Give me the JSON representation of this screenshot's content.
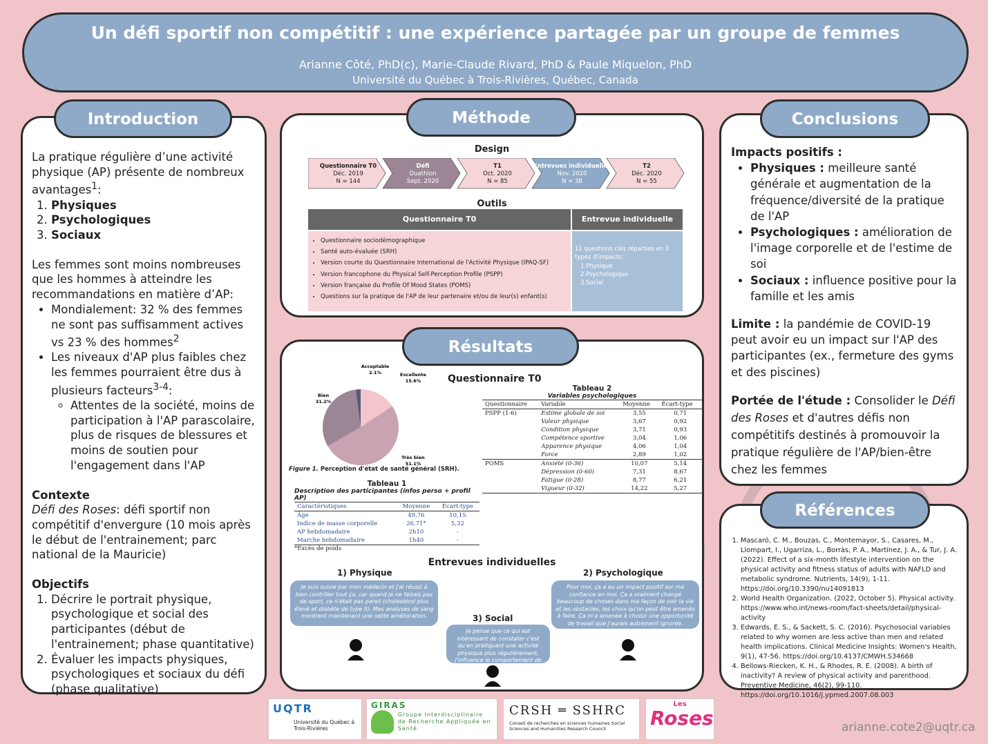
{
  "header": {
    "title": "Un défi sportif non compétitif : une expérience partagée par un groupe de femmes",
    "authors": "Arianne Côté, PhD(c), Marie-Claude Rivard, PhD & Paule Miquelon, PhD",
    "university": "Université du Québec à Trois-Rivières, Québec, Canada"
  },
  "intro": {
    "heading": "Introduction",
    "p1": "La pratique régulière d’une activité physique (AP) présente de nombreux avantages",
    "p1_sup": "1",
    "p1_end": ":",
    "list1": [
      "Physiques",
      "Psychologiques",
      "Sociaux"
    ],
    "p2": "Les femmes sont moins nombreuses que les hommes à atteindre les recommandations en matière d’AP:",
    "b1": "Mondialement: 32 % des femmes ne sont pas suffisamment actives vs 23 % des hommes",
    "b1_sup": "2",
    "b2": "Les niveaux d'AP plus faibles chez les femmes pourraient être dus à plusieurs facteurs",
    "b2_sup": "3-4",
    "b2_end": ":",
    "sub": "Attentes de la société, moins de participation à l'AP parascolaire, plus de risques de blessures et moins de soutien pour l'engagement dans l'AP",
    "contexte_title": "Contexte",
    "contexte_em": "Défi des Roses",
    "contexte_text": ": défi sportif non compétitif d'envergure (10 mois après le début de l'entrainement; parc national de la Mauricie)",
    "objectifs_title": "Objectifs",
    "objectifs": [
      "Décrire le portrait physique, psychologique et social des participantes (début de l'entrainement; phase quantitative)",
      "Évaluer les impacts physiques, psychologiques et sociaux du défi (phase qualitative)"
    ]
  },
  "methode": {
    "heading": "Méthode",
    "design_title": "Design",
    "steps": [
      {
        "title": "Questionnaire T0",
        "l2": "Déc. 2019",
        "l3": "N = 144",
        "color": "#f6d5d8"
      },
      {
        "title": "Défi",
        "l2": "Duathlon",
        "l3": "Sept. 2020",
        "color": "#9c8696"
      },
      {
        "title": "T1",
        "l2": "Oct. 2020",
        "l3": "N = 85",
        "color": "#f6d5d8"
      },
      {
        "title": "Entrevues individuelles",
        "l2": "Nov. 2020",
        "l3": "N = 38",
        "color": "#8faac8"
      },
      {
        "title": "T2",
        "l2": "Déc. 2020",
        "l3": "N = 55",
        "color": "#f6d5d8"
      }
    ],
    "outils_title": "Outils",
    "col1_head": "Questionnaire T0",
    "col2_head": "Entrevue individuelle",
    "col1_items": [
      "Questionnaire sociodémographique",
      "Santé auto-évaluée (SRH)",
      "Version courte du Questionnaire International de l'Activité Physique (IPAQ-SF)",
      "Version francophone du Physical Self-Perception Profile (PSPP)",
      "Version française du Profile Of Mood States (POMS)",
      "Questions sur la pratique de l'AP de leur partenaire et/ou de leur(s) enfant(s)"
    ],
    "col2_intro": "11 questions clés réparties en 3 types d'impacts:",
    "col2_items": [
      "1.Physique",
      "2.Psychologique",
      "3.Social"
    ]
  },
  "resultats": {
    "heading": "Résultats",
    "q_title": "Questionnaire T0",
    "pie_caption_em": "Figure 1.",
    "pie_caption": " Perception d'état de santé général (SRH).",
    "chart_data": {
      "type": "pie",
      "categories": [
        "Excellente",
        "Très bien",
        "Bien",
        "Acceptable"
      ],
      "values": [
        15.6,
        51.1,
        31.2,
        2.1
      ],
      "labels": [
        "Excellente 15.6%",
        "Très bien 51.1%",
        "Bien 31.2%",
        "Acceptable 2.1%"
      ],
      "colors": [
        "#f3c6cc",
        "#c9a3b2",
        "#9c8696",
        "#5b5a7a"
      ]
    },
    "tab1_title": "Tableau 1",
    "tab1_sub": "Description des participantes (infos perso + profil AP)",
    "tab1_head": [
      "Caractéristiques",
      "Moyenne",
      "Écart-type"
    ],
    "tab1_rows": [
      [
        "Âge",
        "49,76",
        "10,15"
      ],
      [
        "Indice de masse corporelle",
        "26,71*",
        "5,32"
      ],
      [
        "AP hebdomadaire",
        "2h10",
        "-"
      ],
      [
        "Marche hebdomadaire",
        "1h40",
        "-"
      ]
    ],
    "tab1_note": "*Excès de poids",
    "tab2_title": "Tableau 2",
    "tab2_sub": "Variables psychologiques",
    "tab2_head": [
      "Questionnaire",
      "Variable",
      "Moyenne",
      "Écart-type"
    ],
    "tab2_rows": [
      [
        "PSPP (1-6)",
        "Estime globale de soi",
        "3,55",
        "0,71"
      ],
      [
        "",
        "Valeur physique",
        "3,67",
        "0,92"
      ],
      [
        "",
        "Condition physique",
        "3,71",
        "0,93"
      ],
      [
        "",
        "Compétence sportive",
        "3,04",
        "1,06"
      ],
      [
        "",
        "Apparence physique",
        "4,06",
        "1,04"
      ],
      [
        "",
        "Force",
        "2,89",
        "1,02"
      ],
      [
        "POMS",
        "Anxiété (0-36)",
        "10,07",
        "5,14"
      ],
      [
        "",
        "Dépression (0-60)",
        "7,31",
        "8,67"
      ],
      [
        "",
        "Fatigue (0-28)",
        "8,77",
        "6,21"
      ],
      [
        "",
        "Vigueur (0-32)",
        "14,22",
        "5,27"
      ]
    ],
    "entrevues_title": "Entrevues individuelles",
    "phys_title": "1) Physique",
    "phys_quote": "Je suis suivie par mon médecin et j'ai réussi à bien contrôler tout ça, car quand je ne faisais pas de sport, ce n'était pas pareil (cholestérol plus élevé et diabète de type II). Mes analyses de sang montrent maintenant une nette amélioration.",
    "psy_title": "2) Psychologique",
    "psy_quote": "Pour moi, ça a eu un impact positif sur ma confiance en moi. Ça a vraiment changé beaucoup de choses dans ma façon de voir la vie et les obstacles, les choix qu'on peut être amenés à faire. Ça m'a amenée à choisir une opportunité de travail que j'aurais autrement ignorée.",
    "soc_title": "3) Social",
    "soc_quote": "Je pense que ce qui est intéressant de constater c'est qu'en pratiquant une activité physique plus régulièrement, j'influence le comportement de mes enfants et de mes amis."
  },
  "conclusions": {
    "heading": "Conclusions",
    "impacts_title": "Impacts positifs :",
    "items": [
      {
        "b": "Physiques :",
        "t": " meilleure santé générale et augmentation de la fréquence/diversité de la pratique de l'AP"
      },
      {
        "b": "Psychologiques :",
        "t": " amélioration de l'image corporelle et de l'estime de soi"
      },
      {
        "b": "Sociaux :",
        "t": " influence positive pour la famille et les amis"
      }
    ],
    "limite_b": "Limite :",
    "limite_t": " la pandémie de COVID-19 peut avoir eu un impact sur l'AP des participantes (ex., fermeture des gyms et des piscines)",
    "portee_b": "Portée de l'étude :",
    "portee_t1": " Consolider le ",
    "portee_em": "Défi des Roses",
    "portee_t2": " et d'autres défis non compétitifs destinés à promouvoir la pratique régulière de l'AP/bien-être chez les femmes"
  },
  "references": {
    "heading": "Références",
    "items": [
      "Mascaró, C. M., Bouzas, C., Montemayor, S., Casares, M., Llompart, I., Ugarriza, L., Borràs, P. A., Martínez, J. A., & Tur, J. A. (2022). Effect of a six-month lifestyle intervention on the physical activity and fitness status of adults with NAFLD and metabolic syndrome. Nutrients, 14(9), 1-11. https://doi.org/10.3390/nu14091813",
      "World Health Organization. (2022, October 5). Physical activity. https://www.who.int/news-room/fact-sheets/detail/physical-activity",
      "Edwards, E. S., & Sackett, S. C. (2016). Psychosocial variables related to why women are less active than men and related health implications. Clinical Medicine Insights: Women's Health, 9(1), 47-56. https://doi.org/10.4137/CMWH.S34668",
      "Bellows-Riecken, K. H., & Rhodes, R. E. (2008). A birth of inactivity? A review of physical activity and parenthood. Preventive Medicine, 46(2), 99-110. https://doi.org/10.1016/j.ypmed.2007.08.003"
    ]
  },
  "logos": {
    "uqtr": "UQTR",
    "uqtr_sub": "Université du Québec à Trois-Rivières",
    "giras": "GIRAS",
    "giras_sub": "Groupe Interdisciplinaire de Recherche Appliquée en Santé",
    "crsh": "CRSH ═ SSHRC",
    "crsh_sub": "Conseil de recherches en sciences humaines Social Sciences and Humanities Research Council",
    "roses_top": "Les",
    "roses": "Roses"
  },
  "email": "arianne.cote2@uqtr.ca"
}
